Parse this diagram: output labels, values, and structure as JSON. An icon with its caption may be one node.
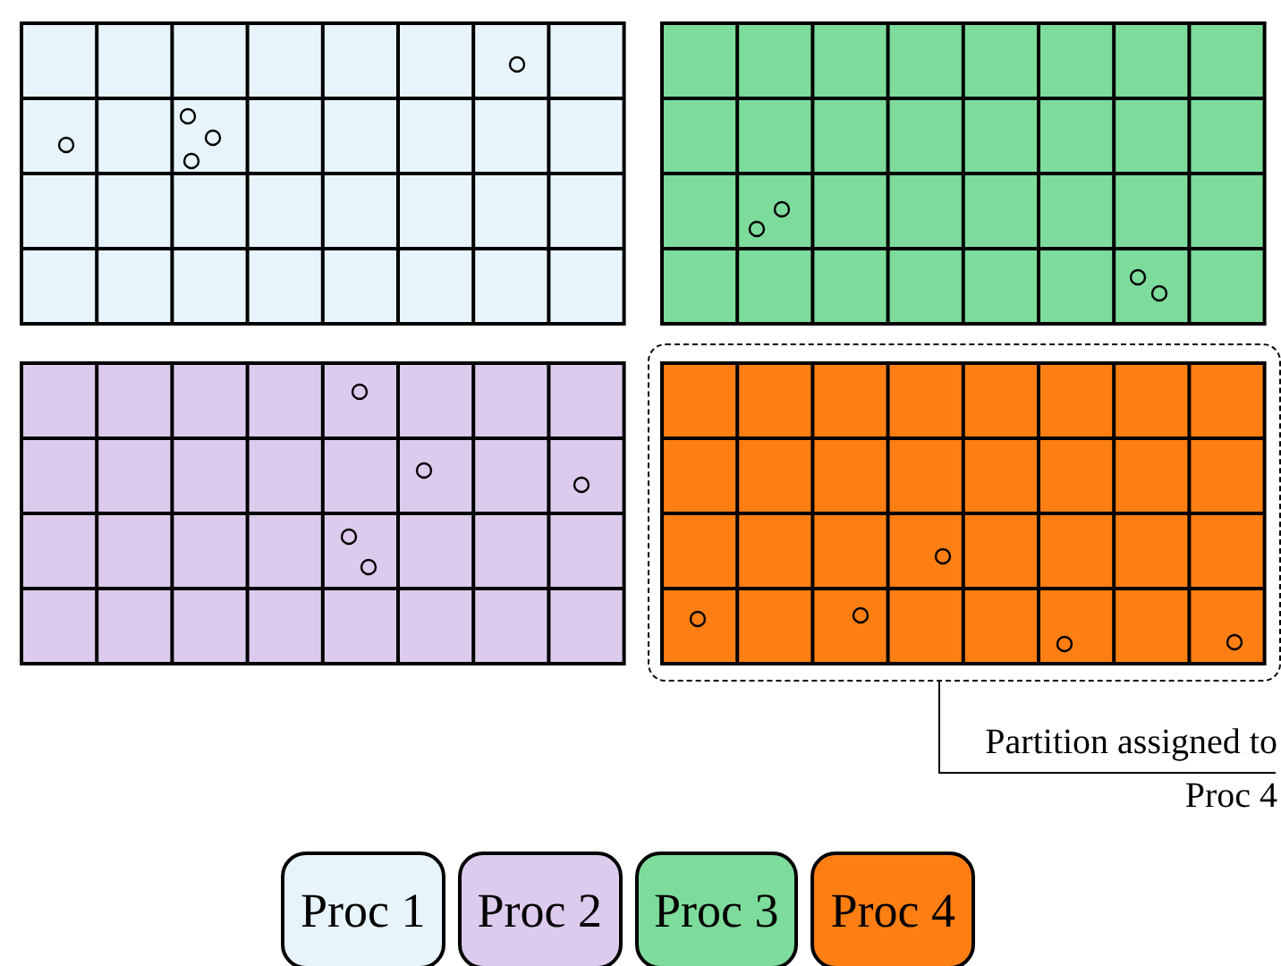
{
  "diagram": {
    "nodes": [
      {
        "text": [],
        "shape": "box"
      },
      {
        "text": [
          "Partition assigned to Proc 4"
        ]
      }
    ],
    "edges": [
      {
        "from": 1,
        "to": 0,
        "arrow": "none"
      }
    ],
    "legend": [
      {
        "text": "Proc 1",
        "color": "#e8f4fc"
      },
      {
        "text": "Proc 2",
        "color": "#dccbec"
      },
      {
        "text": "Proc 3",
        "color": "#7ddc9c"
      },
      {
        "text": "Proc 4",
        "color": "#fd7f13"
      }
    ]
  }
}
